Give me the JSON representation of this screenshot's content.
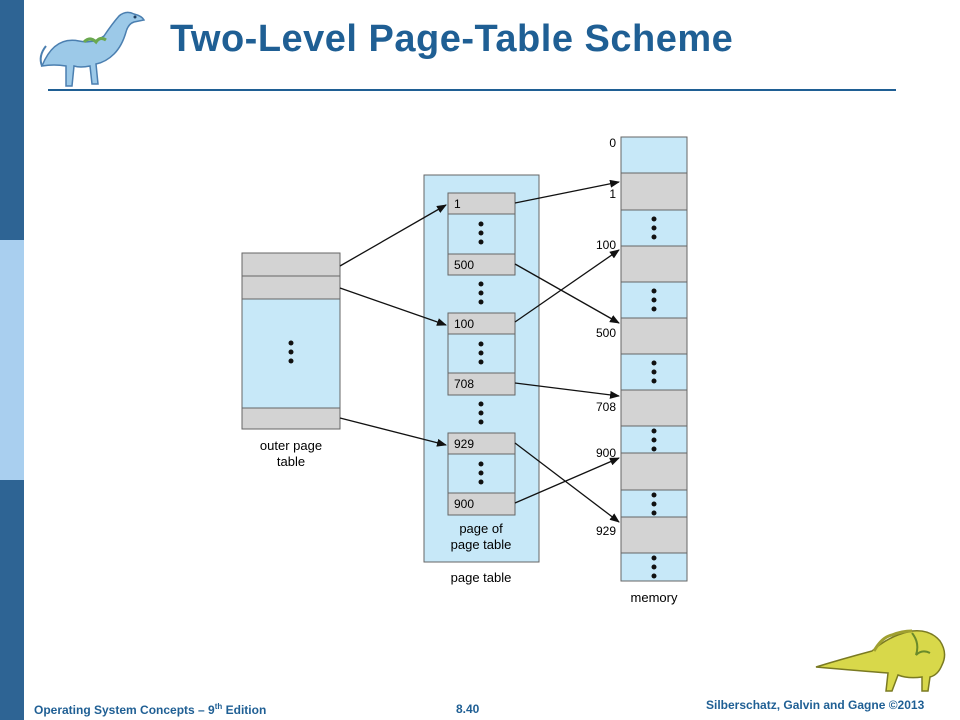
{
  "slide": {
    "title": "Two-Level Page-Table Scheme",
    "footer_left_prefix": "Operating System Concepts – 9",
    "footer_left_sup": "th",
    "footer_left_suffix": " Edition",
    "footer_center": "8.40",
    "footer_right": "Silberschatz, Galvin and Gagne ©2013"
  },
  "diagram": {
    "outer_page_table_label_line1": "outer page",
    "outer_page_table_label_line2": "table",
    "page_of_page_table_label_line1": "page of",
    "page_of_page_table_label_line2": "page table",
    "page_table_label": "page table",
    "memory_label": "memory",
    "page_table_entries": [
      "1",
      "500",
      "100",
      "708",
      "929",
      "900"
    ],
    "memory_frame_numbers": [
      "0",
      "1",
      "100",
      "500",
      "708",
      "900",
      "929"
    ],
    "colors": {
      "blue_fill": "#c7e8f8",
      "gray_fill": "#d3d3d3",
      "outline": "#666666",
      "accent": "#1f5f94"
    }
  }
}
